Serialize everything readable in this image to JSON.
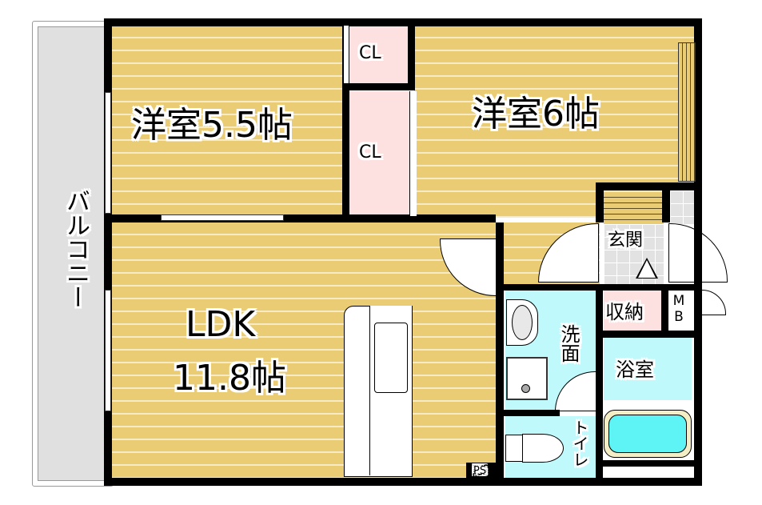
{
  "floor_plan": {
    "rooms": {
      "western_room_1": {
        "label": "洋室5.5帖"
      },
      "western_room_2": {
        "label": "洋室6帖"
      },
      "closet_1": {
        "label": "CL"
      },
      "closet_2": {
        "label": "CL"
      },
      "ldk": {
        "label_line1": "LDK",
        "label_line2": "11.8帖"
      },
      "balcony": {
        "label": "バルコニー"
      },
      "entrance": {
        "label": "玄関"
      },
      "storage": {
        "label": "収納"
      },
      "meter_box": {
        "label": "MB"
      },
      "washroom": {
        "label": "洗面"
      },
      "bathroom": {
        "label": "浴室"
      },
      "toilet": {
        "label": "トイレ"
      },
      "pipe_space": {
        "label": "PS"
      }
    },
    "colors": {
      "floor": "#e9cc74",
      "closet": "#fde1e0",
      "wet_area": "#bff9fc",
      "balcony": "#e0e0e0",
      "wall": "#000000"
    }
  }
}
